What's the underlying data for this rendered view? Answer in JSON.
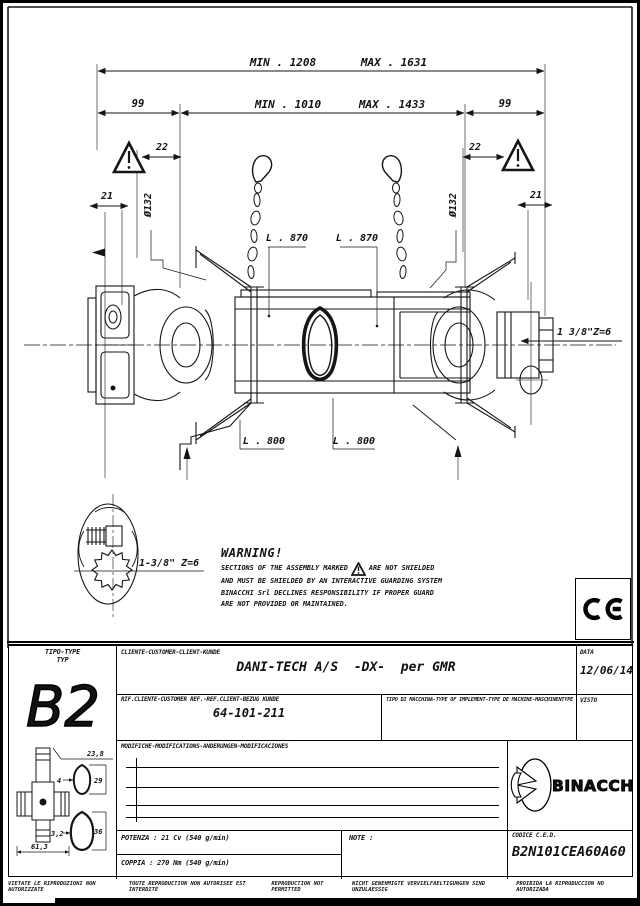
{
  "drawing": {
    "dims": {
      "overall_min": "MIN . 1208",
      "overall_max": "MAX . 1631",
      "inner_min": "MIN . 1010",
      "inner_max": "MAX . 1433",
      "end_left": "99",
      "end_right": "99",
      "offset22_left": "22",
      "offset22_right": "22",
      "offset21_left": "21",
      "offset21_right": "21",
      "dia_left": "Ø132",
      "dia_right": "Ø132",
      "guard_left": "L . 870",
      "guard_right": "L . 870",
      "tube_left": "L . 800",
      "tube_right": "L . 800",
      "spline": "1 3/8\"Z=6"
    },
    "section_label": "1-3/8\" Z=6",
    "warning": {
      "title": "WARNING!",
      "l1a": "SECTIONS OF THE ASSEMBLY MARKED",
      "l1b": "ARE NOT SHIELDED",
      "l2": "AND MUST BE SHIELDED BY AN INTERACTIVE GUARDING SYSTEM",
      "l3": "BINACCHI Srl DECLINES RESPONSIBILITY IF PROPER GUARD",
      "l4": "ARE NOT PROVIDED OR MAINTAINED."
    },
    "ce_mark": "CE"
  },
  "details": {
    "cap_width": "23,8",
    "cross_width": "61,3",
    "p1_wall": "4",
    "p1_size": "29",
    "p2_wall": "3,2",
    "p2_size": "36"
  },
  "title_block": {
    "tipo_label1": "TIPO-TYPE",
    "tipo_label2": "TYP",
    "tipo_value": "B2",
    "cliente_label": "CLIENTE-CUSTOMER-CLIENT-KUNDE",
    "cliente_value": "DANI-TECH A/S  -DX-  per GMR",
    "data_label": "DATA",
    "data_value": "12/06/14",
    "rif_label": "RIF.CLIENTE-CUSTOMER REF.-REF.CLIENT-BEZUG KUNDE",
    "rif_value": "64-101-211",
    "macchina_label": "TIPO DI MACCHINA-TYPE OF IMPLEMENT-TYPE DE MACHINE-MASCHINENTYPE",
    "visto_label": "VISTO",
    "modifiche_label": "MODIFICHE-MODIFICATIONS-ANDERUNGEN-MODIFICACIONES",
    "potenza": "POTENZA : 21 Cv (540 g/min)",
    "coppia": "COPPIA : 270 Nm (540 g/min)",
    "note": "NOTE :",
    "codice_label": "CODICE C.E.D.",
    "codice_value": "B2N101CEA60A60",
    "logo": "BINACCHI"
  },
  "footer": {
    "notices": [
      "VIETATE LE RIPRODUZIONI NON AUTORIZZATE",
      "TOUTE REPRODUCTION NON AUTORISEE EST INTERDITE",
      "REPRODUCTION NOT PERMITTED",
      "NICHT GENEHMIGTE VERVIELFAELTIGUNGEN SIND UNZULAESSIG",
      "PROIBIDA LA RIPRODUCCION NO AUTORIZADA"
    ]
  }
}
